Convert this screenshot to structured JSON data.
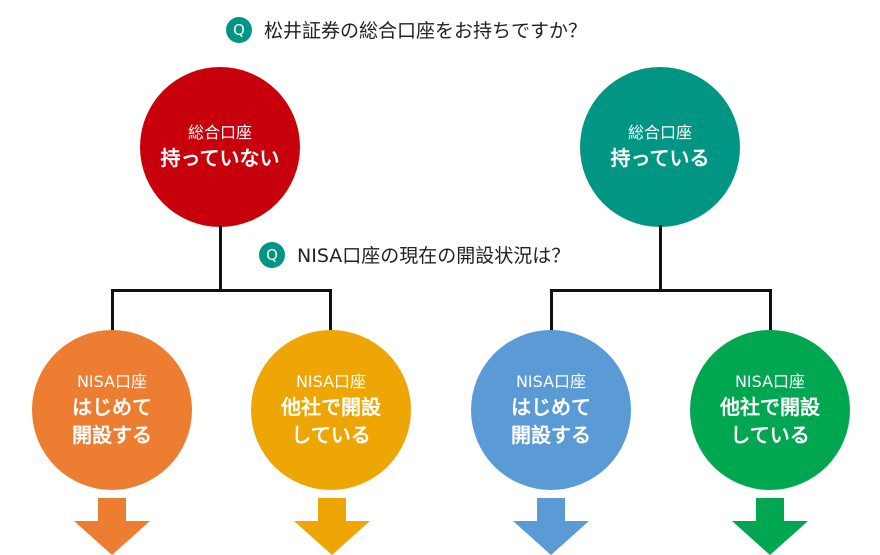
{
  "question1": {
    "icon": "Q",
    "text": "松井証券の総合口座をお持ちですか？"
  },
  "question2": {
    "icon": "Q",
    "text": "NISA口座の現在の開設状況は？"
  },
  "top_nodes": [
    {
      "sub": "総合口座",
      "main": "持っていない",
      "color": "#c8000b"
    },
    {
      "sub": "総合口座",
      "main": "持っている",
      "color": "#009683"
    }
  ],
  "bottom_nodes": [
    {
      "sub": "NISA口座",
      "main": "はじめて\n開設する",
      "color": "#ed7d31"
    },
    {
      "sub": "NISA口座",
      "main": "他社で開設\nしている",
      "color": "#eda604"
    },
    {
      "sub": "NISA口座",
      "main": "はじめて\n開設する",
      "color": "#5b9bd5"
    },
    {
      "sub": "NISA口座",
      "main": "他社で開設\nしている",
      "color": "#00a650"
    }
  ],
  "accent": "#009683"
}
